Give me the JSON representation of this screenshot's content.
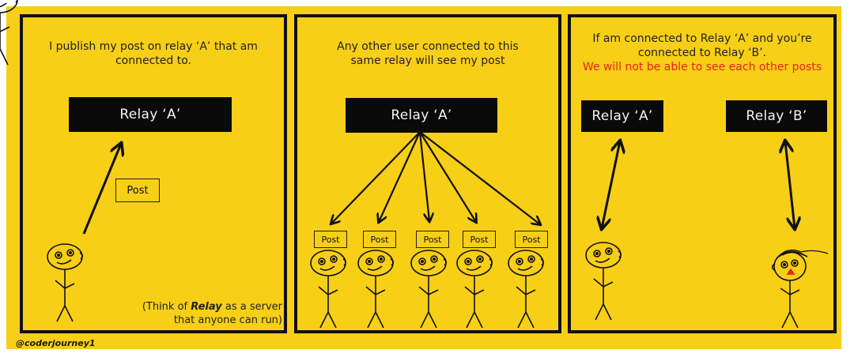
{
  "panel1": {
    "caption": [
      "I publish my post on relay ‘A’ that am",
      "connected to."
    ],
    "relay_label": "Relay ‘A’",
    "post_label": "Post",
    "note_line1_prefix": "(Think of ",
    "note_line1_em": "Relay",
    "note_line1_suffix": " as a server",
    "note_line2": "that anyone can run)"
  },
  "panel2": {
    "caption": [
      "Any other user connected to this",
      "same relay will see my post"
    ],
    "relay_label": "Relay ‘A’",
    "post_labels": [
      "Post",
      "Post",
      "Post",
      "Post",
      "Post"
    ]
  },
  "panel3": {
    "caption": [
      "If am connected to Relay ‘A’ and you’re",
      "connected to Relay ‘B’."
    ],
    "warning": "We will not be able to see each other posts",
    "relay_a_label": "Relay ‘A’",
    "relay_b_label": "Relay ‘B’"
  },
  "credit": "@coderjourney1",
  "colors": {
    "background": "#f7cf17",
    "relay_box": "#0a0a0a",
    "warning_text": "#e8221b",
    "ink": "#111111"
  }
}
